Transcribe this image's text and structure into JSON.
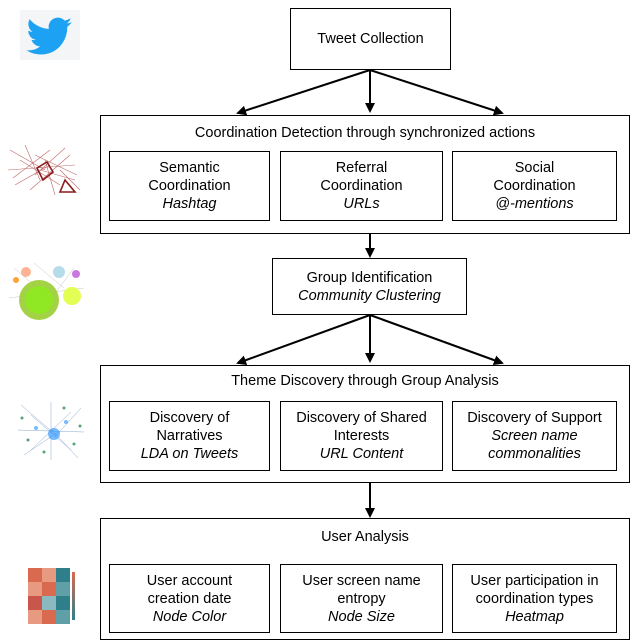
{
  "tweet_collection": "Tweet Collection",
  "coordination": {
    "title": "Coordination Detection through synchronized actions",
    "boxes": [
      {
        "line1": "Semantic",
        "line2": "Coordination",
        "method": "Hashtag"
      },
      {
        "line1": "Referral",
        "line2": "Coordination",
        "method": "URLs"
      },
      {
        "line1": "Social",
        "line2": "Coordination",
        "method": "@-mentions"
      }
    ]
  },
  "group": {
    "title": "Group Identification",
    "method": "Community Clustering"
  },
  "theme": {
    "title": "Theme Discovery through Group Analysis",
    "boxes": [
      {
        "line1": "Discovery of",
        "line2": "Narratives",
        "method": "LDA on Tweets",
        "method2": ""
      },
      {
        "line1": "Discovery of Shared",
        "line2": "Interests",
        "method": "URL Content",
        "method2": ""
      },
      {
        "line1": "Discovery of Support",
        "line2": "",
        "method": "Screen name",
        "method2": "commonalities"
      }
    ]
  },
  "user": {
    "title": "User Analysis",
    "boxes": [
      {
        "line1": "User account",
        "line2": "creation date",
        "method": "Node Color"
      },
      {
        "line1": "User screen name",
        "line2": "entropy",
        "method": "Node Size"
      },
      {
        "line1": "User participation in",
        "line2": "coordination types",
        "method": "Heatmap"
      }
    ]
  },
  "icons": [
    "twitter-bird-icon",
    "coordination-network-icon",
    "cluster-network-icon",
    "group-graph-icon",
    "heatmap-icon"
  ],
  "colors": {
    "twitter": "#1da1f2",
    "network_red": "#a52a2a",
    "heatmap_red": "#d9694f",
    "heatmap_teal": "#2e7f8a"
  }
}
